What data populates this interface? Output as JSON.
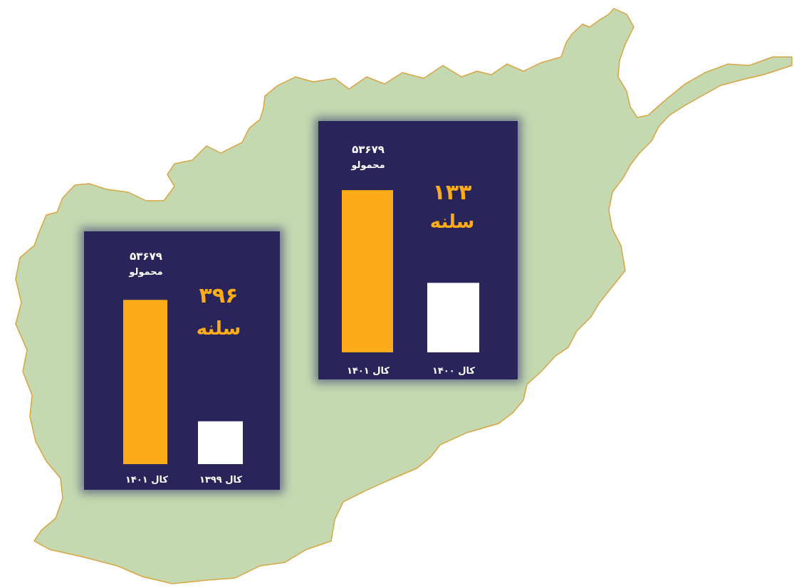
{
  "colors": {
    "map_fill": "#c4d9b0",
    "map_border": "#d9a441",
    "panel_bg": "#29255a",
    "bar_orange": "#fbac18",
    "bar_white": "#ffffff",
    "text_white": "#ffffff",
    "text_orange": "#fbac18"
  },
  "chart_data": [
    {
      "type": "bar",
      "categories": [
        "۱۴۰۱ کال",
        "۱۳۹۹ کال"
      ],
      "values": [
        53679,
        14000
      ],
      "ylim": [
        0,
        57000
      ],
      "top_label": {
        "value": "۵۳۶۷۹",
        "unit": "محمولو"
      },
      "span": {
        "value": "۳۹۶",
        "unit": "سلنه"
      }
    },
    {
      "type": "bar",
      "categories": [
        "۱۴۰۱ کال",
        "۱۴۰۰ کال"
      ],
      "values": [
        53679,
        23000
      ],
      "ylim": [
        0,
        57000
      ],
      "top_label": {
        "value": "۵۳۶۷۹",
        "unit": "محمولو"
      },
      "span": {
        "value": "۱۳۳",
        "unit": "سلنه"
      }
    }
  ]
}
